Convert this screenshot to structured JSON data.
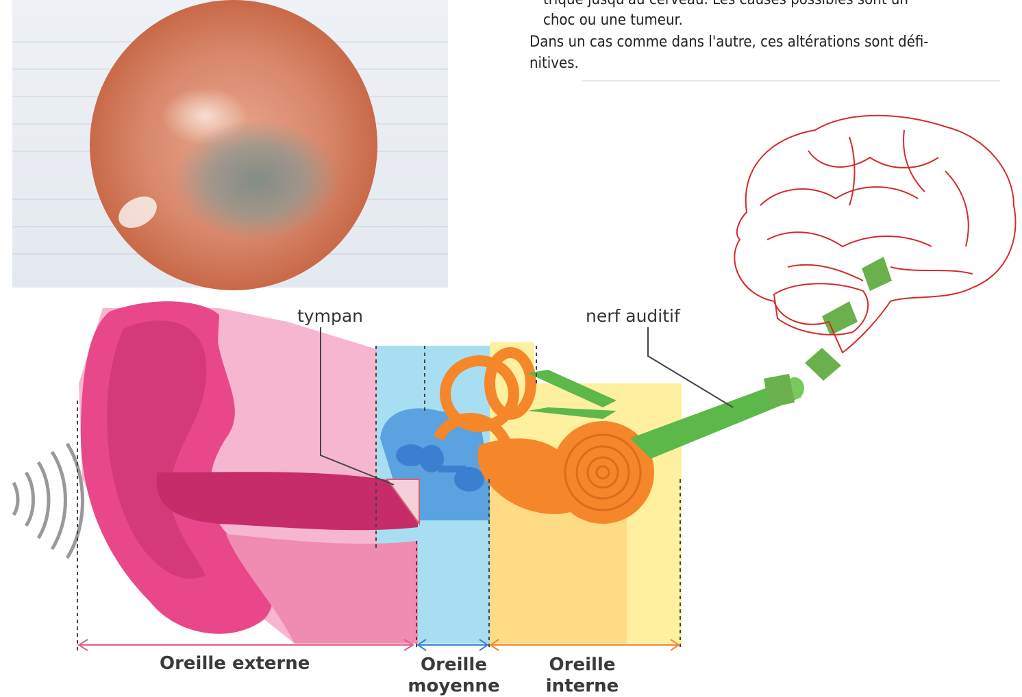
{
  "text": {
    "line1": "trique jusqu'au cerveau. Les causes possibles sont un",
    "line2": "choc ou une tumeur.",
    "line3": "Dans un cas comme dans l'autre, ces altérations sont défi-",
    "line4": "nitives."
  },
  "labels": {
    "tympan": "tympan",
    "nerf": "nerf auditif"
  },
  "zones": {
    "externe": "Oreille externe",
    "moyenne_1": "Oreille",
    "moyenne_2": "moyenne",
    "interne_1": "Oreille",
    "interne_2": "interne"
  },
  "colors": {
    "outer_ear": "#e8488a",
    "middle_ear": "#7fd0ef",
    "inner_ear": "#ffe26a",
    "ossicles": "#3b7fd1",
    "cochlea": "#f5862a",
    "nerve": "#5cb848",
    "brain": "#d42a2a",
    "dashed_path": "#6ab04c"
  }
}
